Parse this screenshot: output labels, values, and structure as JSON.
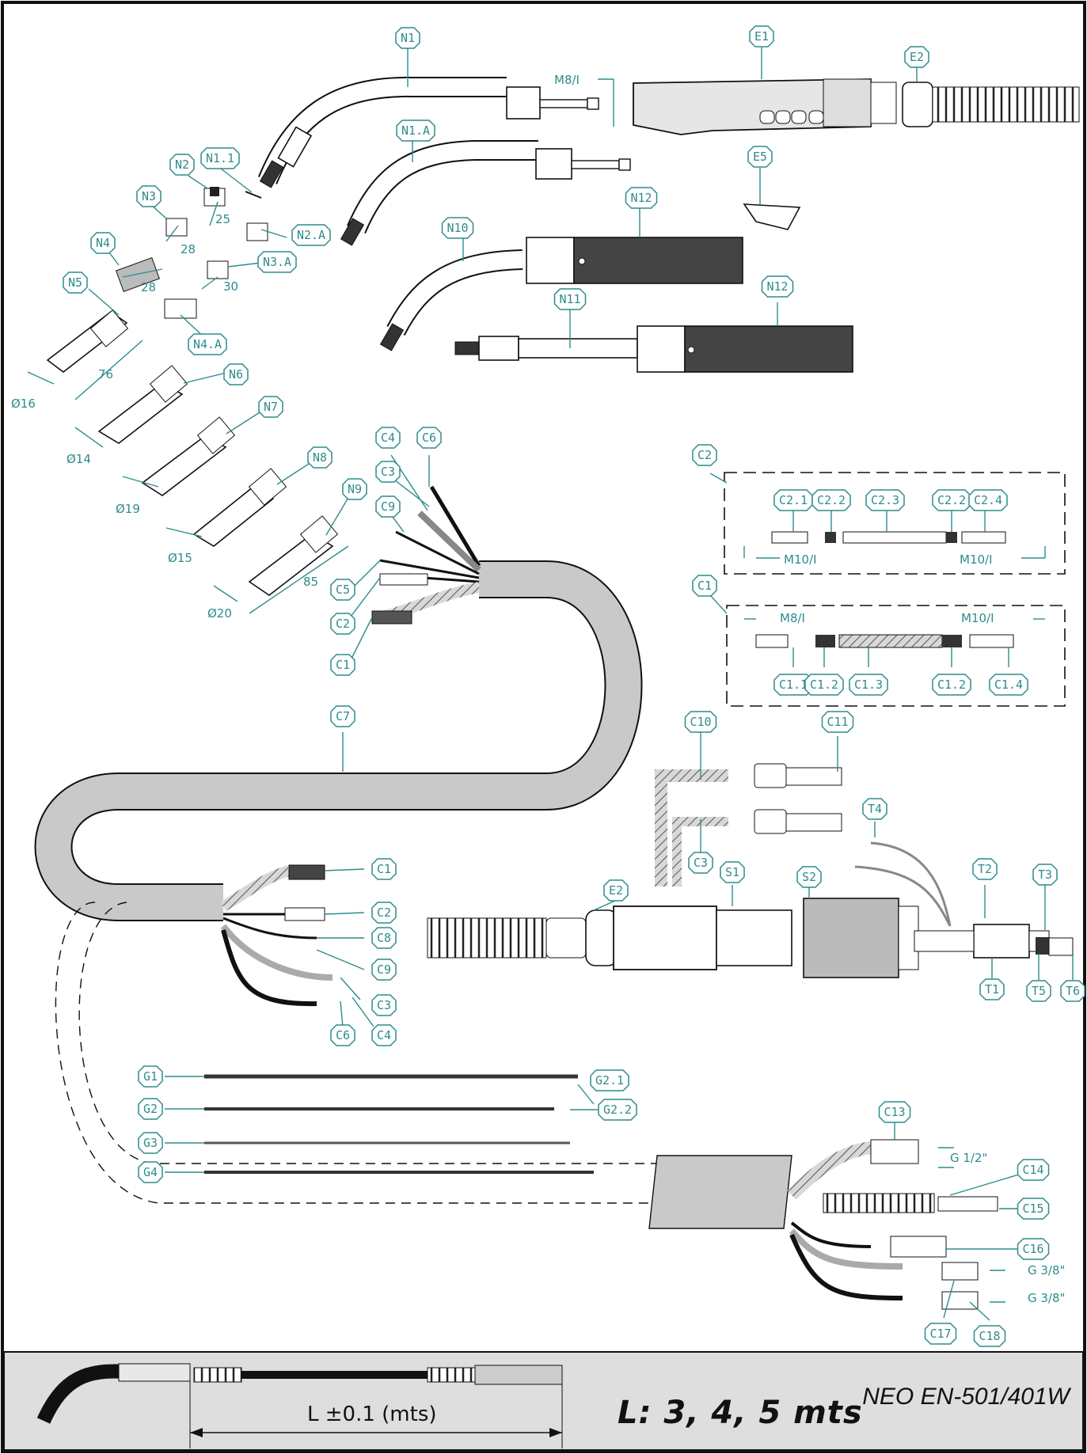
{
  "title": {
    "model": "NEO EN-501/401W",
    "length": "L: 3, 4, 5 mts",
    "tolerance": "L ±0.1 (mts)"
  },
  "dimensions": {
    "n1_thread": "M8/I",
    "n2_25": "25",
    "n3_28": "28",
    "n4_28": "28",
    "n3a_30": "30",
    "n5_76": "76",
    "n5_dia": "Ø16",
    "n6_dia": "Ø14",
    "n7_dia": "Ø19",
    "n8_dia": "Ø15",
    "n9_85": "85",
    "n9_dia": "Ø20",
    "c2_left": "M10/I",
    "c2_right": "M10/I",
    "c1_left": "M8/I",
    "c1_right": "M10/I",
    "c13_thread": "G 1/2\"",
    "c17_thread": "G 3/8\"",
    "c18_thread": "G 3/8\""
  },
  "labels": {
    "N1": "N1",
    "N1A": "N1.A",
    "N1_1": "N1.1",
    "N2": "N2",
    "N2A": "N2.A",
    "N3": "N3",
    "N3A": "N3.A",
    "N4": "N4",
    "N4A": "N4.A",
    "N5": "N5",
    "N6": "N6",
    "N7": "N7",
    "N8": "N8",
    "N9": "N9",
    "N10": "N10",
    "N11": "N11",
    "N12a": "N12",
    "N12b": "N12",
    "E1": "E1",
    "E2a": "E2",
    "E2b": "E2",
    "E5": "E5",
    "C1a": "C1",
    "C1b": "C1",
    "C1c": "C1",
    "C1_1": "C1.1",
    "C1_2a": "C1.2",
    "C1_3": "C1.3",
    "C1_2b": "C1.2",
    "C1_4": "C1.4",
    "C2a": "C2",
    "C2b": "C2",
    "C2c": "C2",
    "C2_1": "C2.1",
    "C2_2a": "C2.2",
    "C2_3": "C2.3",
    "C2_2b": "C2.2",
    "C2_4": "C2.4",
    "C3a": "C3",
    "C3b": "C3",
    "C3c": "C3",
    "C4a": "C4",
    "C4b": "C4",
    "C5": "C5",
    "C6a": "C6",
    "C6b": "C6",
    "C7": "C7",
    "C8": "C8",
    "C9a": "C9",
    "C9b": "C9",
    "C10": "C10",
    "C11": "C11",
    "C13": "C13",
    "C14": "C14",
    "C15": "C15",
    "C16": "C16",
    "C17": "C17",
    "C18": "C18",
    "S1": "S1",
    "S2": "S2",
    "T1": "T1",
    "T2": "T2",
    "T3": "T3",
    "T4": "T4",
    "T5": "T5",
    "T6": "T6",
    "G1": "G1",
    "G2": "G2",
    "G2_1": "G2.1",
    "G2_2": "G2.2",
    "G3": "G3",
    "G4": "G4"
  }
}
